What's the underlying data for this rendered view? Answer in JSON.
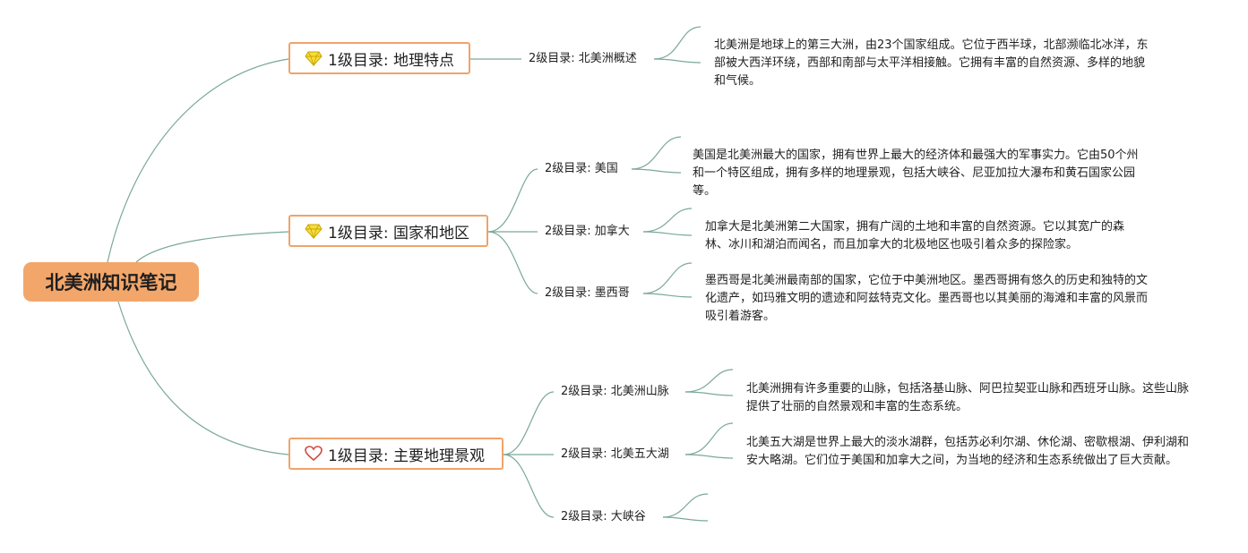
{
  "root": {
    "title": "北美洲知识笔记"
  },
  "branches": [
    {
      "label": "1级目录: 地理特点",
      "icon": "diamond-icon",
      "children": [
        {
          "label": "2级目录: 北美洲概述",
          "desc": "北美洲是地球上的第三大洲，由23个国家组成。它位于西半球，北部濒临北冰洋，东部被大西洋环绕，西部和南部与太平洋相接触。它拥有丰富的自然资源、多样的地貌和气候。"
        }
      ]
    },
    {
      "label": "1级目录: 国家和地区",
      "icon": "diamond-icon",
      "children": [
        {
          "label": "2级目录: 美国",
          "desc": "美国是北美洲最大的国家，拥有世界上最大的经济体和最强大的军事实力。它由50个州和一个特区组成，拥有多样的地理景观，包括大峡谷、尼亚加拉大瀑布和黄石国家公园等。"
        },
        {
          "label": "2级目录: 加拿大",
          "desc": "加拿大是北美洲第二大国家，拥有广阔的土地和丰富的自然资源。它以其宽广的森林、冰川和湖泊而闻名，而且加拿大的北极地区也吸引着众多的探险家。"
        },
        {
          "label": "2级目录: 墨西哥",
          "desc": "墨西哥是北美洲最南部的国家，它位于中美洲地区。墨西哥拥有悠久的历史和独特的文化遗产，如玛雅文明的遗迹和阿兹特克文化。墨西哥也以其美丽的海滩和丰富的风景而吸引着游客。"
        }
      ]
    },
    {
      "label": "1级目录: 主要地理景观",
      "icon": "heart-icon",
      "children": [
        {
          "label": "2级目录: 北美洲山脉",
          "desc": "北美洲拥有许多重要的山脉，包括洛基山脉、阿巴拉契亚山脉和西班牙山脉。这些山脉提供了壮丽的自然景观和丰富的生态系统。"
        },
        {
          "label": "2级目录: 北美五大湖",
          "desc": "北美五大湖是世界上最大的淡水湖群，包括苏必利尔湖、休伦湖、密歇根湖、伊利湖和安大略湖。它们位于美国和加拿大之间，为当地的经济和生态系统做出了巨大贡献。"
        },
        {
          "label": "2级目录: 大峡谷",
          "desc": ""
        }
      ]
    }
  ]
}
